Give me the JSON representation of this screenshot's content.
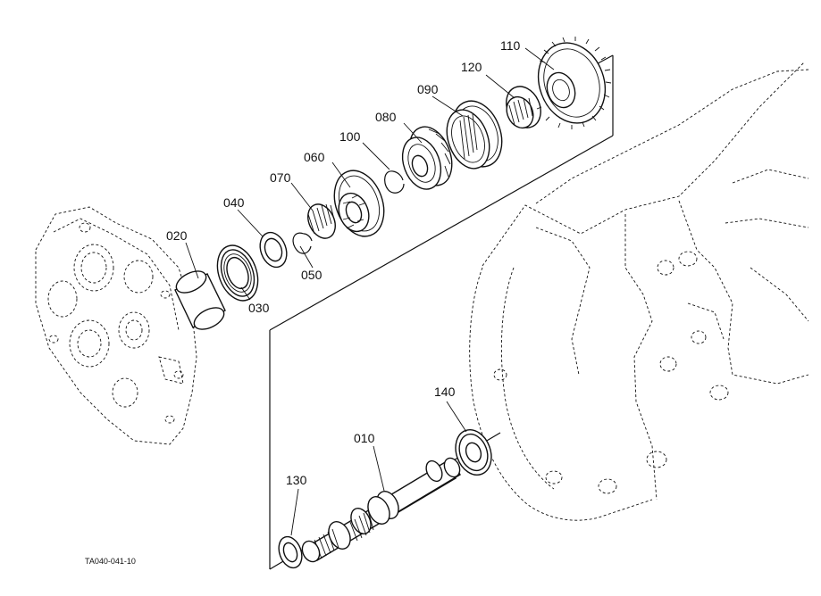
{
  "figure_code": "TA040-041-10",
  "labels": {
    "p010": "010",
    "p020": "020",
    "p030": "030",
    "p040": "040",
    "p050": "050",
    "p060": "060",
    "p070": "070",
    "p080": "080",
    "p090": "090",
    "p100": "100",
    "p110": "110",
    "p120": "120",
    "p130": "130",
    "p140": "140"
  }
}
